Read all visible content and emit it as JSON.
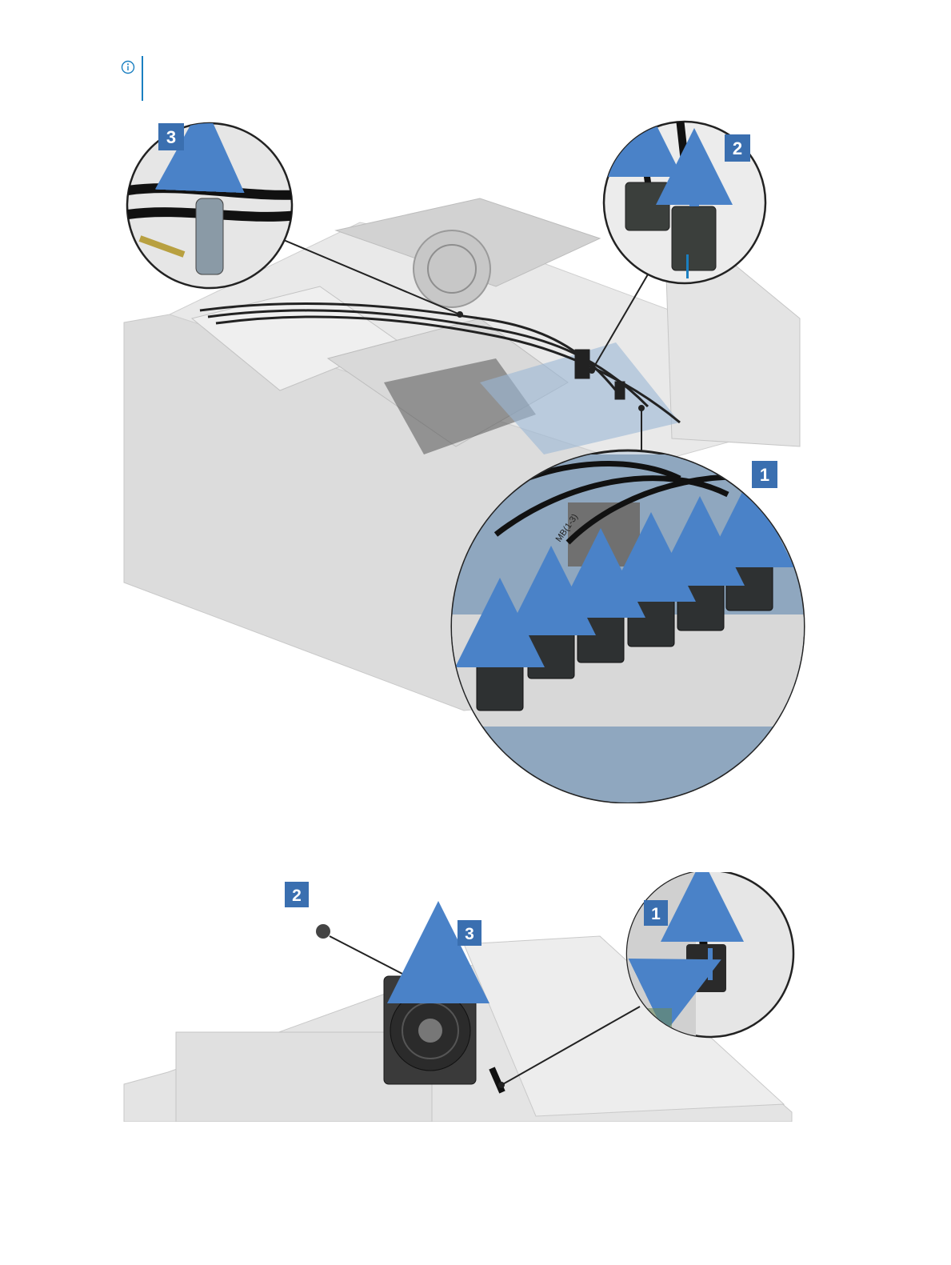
{
  "note": {
    "icon": "info-icon",
    "accent_color": "#1a7fc1"
  },
  "figure1": {
    "callouts": [
      {
        "number": "1"
      },
      {
        "number": "2"
      },
      {
        "number": "3"
      }
    ],
    "cable_label": "MB(1-3)",
    "callout_color": "#3a6fb0"
  },
  "figure2": {
    "callouts": [
      {
        "number": "1"
      },
      {
        "number": "2"
      },
      {
        "number": "3"
      }
    ]
  }
}
